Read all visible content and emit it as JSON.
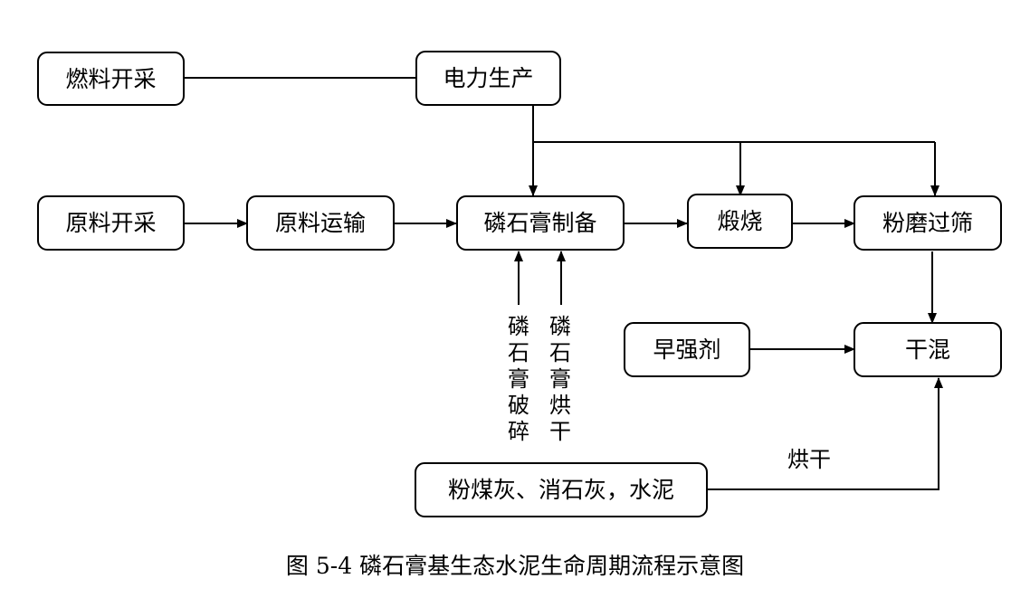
{
  "nodes": {
    "fuel_mining": "燃料开采",
    "power_production": "电力生产",
    "raw_mining": "原料开采",
    "raw_transport": "原料运输",
    "pg_preparation": "磷石膏制备",
    "calcination": "煅烧",
    "grinding_sieving": "粉磨过筛",
    "early_strength_agent": "早强剂",
    "dry_mix": "干混",
    "additives": "粉煤灰、消石灰，水泥"
  },
  "labels": {
    "pg_crushing": "磷石膏破碎",
    "pg_drying": "磷石膏烘干",
    "drying": "烘干"
  },
  "caption": "图 5-4  磷石膏基生态水泥生命周期流程示意图"
}
